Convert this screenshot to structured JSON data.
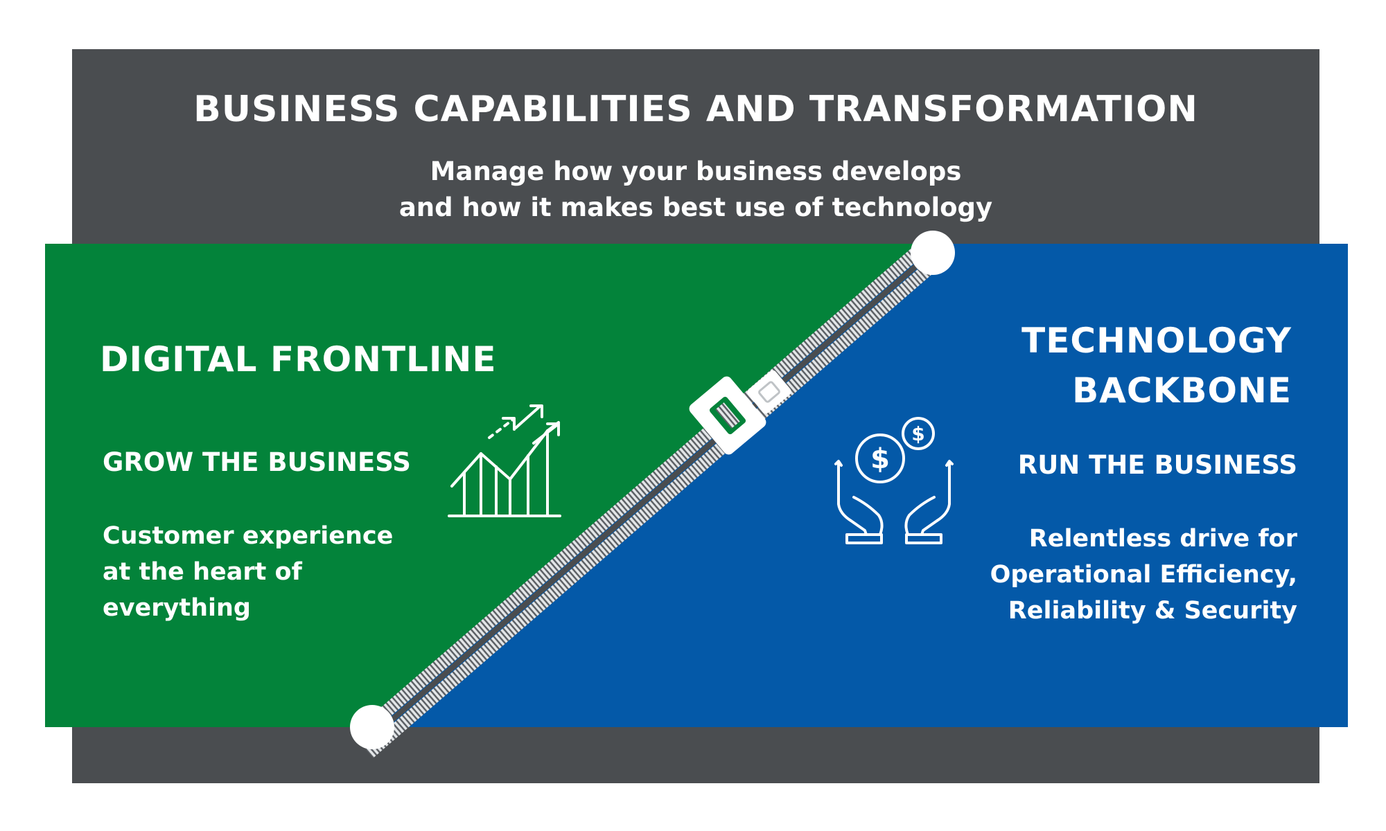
{
  "header": {
    "title": "BUSINESS CAPABILITIES AND TRANSFORMATION",
    "subtitle_line1": "Manage how your business develops",
    "subtitle_line2": "and how it makes best use of technology"
  },
  "left_panel": {
    "heading": "DIGITAL FRONTLINE",
    "subheading": "GROW THE BUSINESS",
    "body_line1": "Customer experience",
    "body_line2": "at the heart of",
    "body_line3": "everything",
    "icon": "growth-chart-icon",
    "color": "#03833a"
  },
  "right_panel": {
    "heading_line1": "TECHNOLOGY",
    "heading_line2": "BACKBONE",
    "subheading": "RUN THE BUSINESS",
    "body_line1": "Relentless drive for",
    "body_line2": "Operational Efficiency,",
    "body_line3": "Reliability & Security",
    "icon": "hands-money-icon",
    "color": "#0459a8"
  },
  "colors": {
    "frame": "#4a4d50",
    "text": "#ffffff",
    "zipper": "#bfc3c6"
  }
}
